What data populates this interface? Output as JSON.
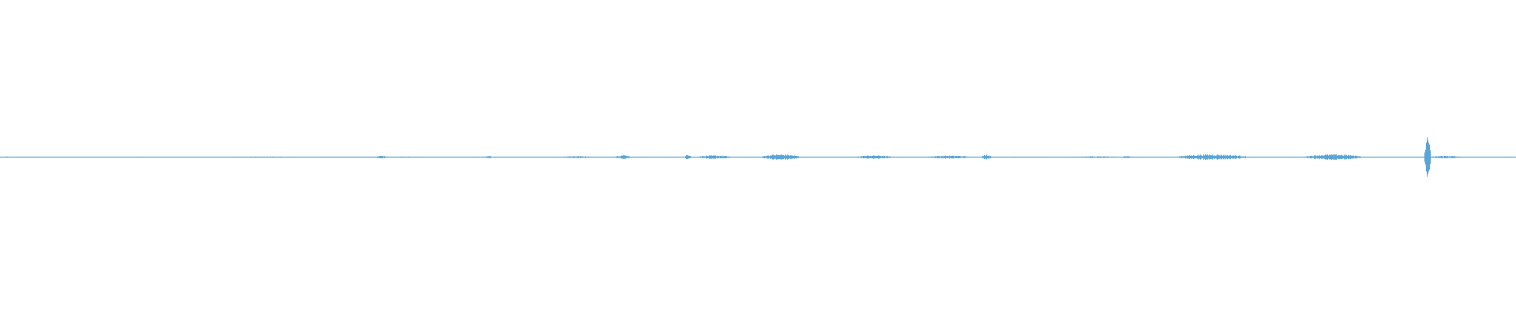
{
  "colors": {
    "background": "#ffffff",
    "waveform": "#5aa5d8"
  },
  "chart_data": {
    "type": "area",
    "title": "",
    "xlabel": "",
    "ylabel": "",
    "xlim": [
      0,
      1
    ],
    "ylim": [
      -1,
      1
    ],
    "grid": false,
    "legend": "none",
    "baseline_amplitude": 0.006,
    "series": [
      {
        "segments": [
          {
            "x": [
              0.0,
              0.008
            ],
            "amplitude": 0.03
          },
          {
            "x": [
              0.012,
              0.028
            ],
            "amplitude": 0.012
          },
          {
            "x": [
              0.088,
              0.096
            ],
            "amplitude": 0.014
          },
          {
            "x": [
              0.15,
              0.16
            ],
            "amplitude": 0.016
          },
          {
            "x": [
              0.153,
              0.198
            ],
            "amplitude": 0.03
          },
          {
            "x": [
              0.213,
              0.248
            ],
            "amplitude": 0.025
          },
          {
            "x": [
              0.248,
              0.256
            ],
            "amplitude": 0.065
          },
          {
            "x": [
              0.256,
              0.282
            ],
            "amplitude": 0.03
          },
          {
            "x": [
              0.312,
              0.33
            ],
            "amplitude": 0.028
          },
          {
            "x": [
              0.321,
              0.324
            ],
            "amplitude": 0.065
          },
          {
            "x": [
              0.368,
              0.392
            ],
            "amplitude": 0.05
          },
          {
            "x": [
              0.406,
              0.416
            ],
            "amplitude": 0.095
          },
          {
            "x": [
              0.416,
              0.425
            ],
            "amplitude": 0.03
          },
          {
            "x": [
              0.452,
              0.456
            ],
            "amplitude": 0.12
          },
          {
            "x": [
              0.46,
              0.482
            ],
            "amplitude": 0.08
          },
          {
            "x": [
              0.503,
              0.527
            ],
            "amplitude": 0.13
          },
          {
            "x": [
              0.565,
              0.588
            ],
            "amplitude": 0.08
          },
          {
            "x": [
              0.612,
              0.64
            ],
            "amplitude": 0.07
          },
          {
            "x": [
              0.648,
              0.654
            ],
            "amplitude": 0.12
          },
          {
            "x": [
              0.654,
              0.69
            ],
            "amplitude": 0.025
          },
          {
            "x": [
              0.708,
              0.738
            ],
            "amplitude": 0.04
          },
          {
            "x": [
              0.741,
              0.746
            ],
            "amplitude": 0.07
          },
          {
            "x": [
              0.778,
              0.822
            ],
            "amplitude": 0.13
          },
          {
            "x": [
              0.862,
              0.898
            ],
            "amplitude": 0.13
          },
          {
            "x": [
              0.94,
              0.944
            ],
            "amplitude": 1.0
          },
          {
            "x": [
              0.944,
              0.964
            ],
            "amplitude": 0.06
          },
          {
            "x": [
              0.99,
              1.0
            ],
            "amplitude": 0.012
          }
        ]
      }
    ]
  }
}
